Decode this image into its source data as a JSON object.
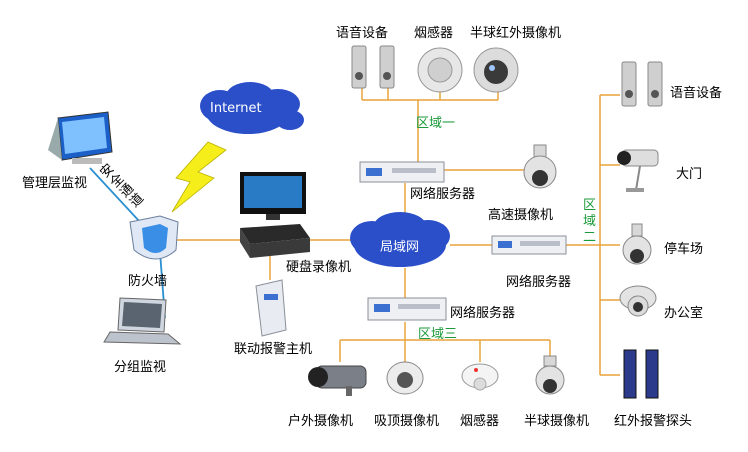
{
  "clouds": {
    "internet": "Internet",
    "lan": "局域网"
  },
  "zones": {
    "zone1": "区域一",
    "zone2": "区域二",
    "zone3": "区域三"
  },
  "top_devices": [
    "语音设备",
    "烟感器",
    "半球红外摄像机"
  ],
  "left": {
    "management": "管理层监视",
    "secure_channel": "安全通道",
    "firewall": "防火墙",
    "group_monitor": "分组监视"
  },
  "center": {
    "server_top": "网络服务器",
    "highspeed_camera": "高速摄像机",
    "dvr": "硬盘录像机",
    "alarm_host": "联动报警主机",
    "server_bottom": "网络服务器"
  },
  "right": {
    "server": "网络服务器",
    "items": [
      "语音设备",
      "大门",
      "停车场",
      "办公室",
      "红外报警探头"
    ]
  },
  "bottom_devices": [
    "户外摄像机",
    "吸顶摄像机",
    "烟感器",
    "半球摄像机"
  ],
  "colors": {
    "line": "#e8a23a",
    "zone_text": "#1a9a3a",
    "cloud": "#2b4fc9",
    "link_blue": "#2a8fd0"
  }
}
